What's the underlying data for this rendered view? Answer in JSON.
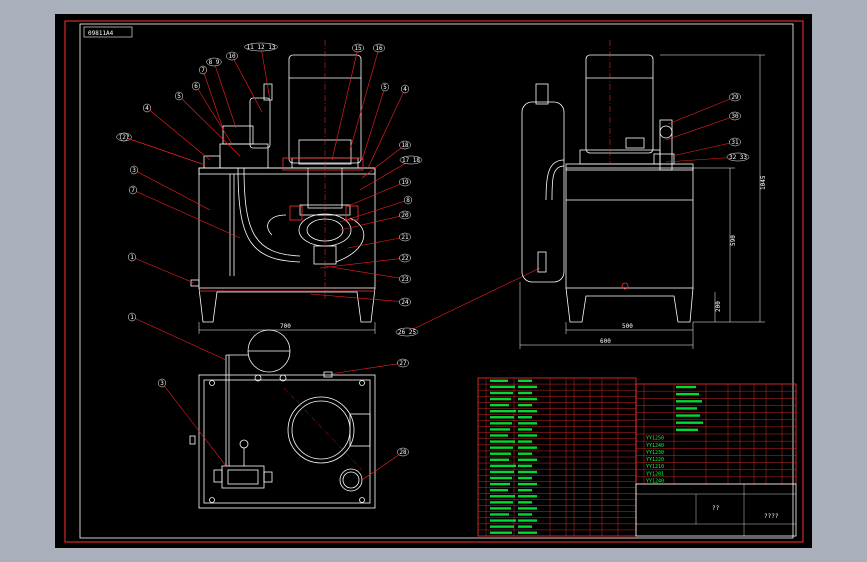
{
  "colors": {
    "workspace": "#a9b0bb",
    "canvas": "#000000",
    "frame": "#ff3030",
    "outline": "#ffffff",
    "leader": "#ff2020",
    "text_green": "#00ff3c",
    "centerline": "#ff3030"
  },
  "drawing": {
    "title_tag": "09811A4",
    "dims": {
      "front_width": "700",
      "side_depth": "500",
      "side_base": "600",
      "side_h1": "590",
      "side_h2": "1045",
      "side_h3": "200"
    },
    "front_callouts": [
      {
        "n": "11 12 13"
      },
      {
        "n": "8 9"
      },
      {
        "n": "7"
      },
      {
        "n": "10"
      },
      {
        "n": "5"
      },
      {
        "n": "6"
      },
      {
        "n": "4"
      },
      {
        "n": "3"
      },
      {
        "n": "1 2"
      },
      {
        "n": "2"
      },
      {
        "n": "7"
      },
      {
        "n": "1"
      },
      {
        "n": "15"
      },
      {
        "n": "16"
      },
      {
        "n": "5"
      },
      {
        "n": "4"
      },
      {
        "n": "18"
      },
      {
        "n": "17 18"
      },
      {
        "n": "19"
      },
      {
        "n": "20"
      },
      {
        "n": "21"
      },
      {
        "n": "22"
      },
      {
        "n": "23"
      },
      {
        "n": "24"
      },
      {
        "n": "8"
      },
      {
        "n": "26 25"
      }
    ],
    "side_callouts": [
      {
        "n": "29"
      },
      {
        "n": "30"
      },
      {
        "n": "31"
      },
      {
        "n": "32 33"
      }
    ],
    "plan_callouts": [
      {
        "n": "1"
      },
      {
        "n": "3"
      },
      {
        "n": "27"
      },
      {
        "n": "28"
      }
    ],
    "bom_right_codes": [
      "YY1250",
      "YY1240",
      "YY1230",
      "YY1220",
      "YY1210",
      "YY1201",
      "YY1240"
    ],
    "title_block": {
      "mid": "??",
      "right": "????"
    }
  }
}
